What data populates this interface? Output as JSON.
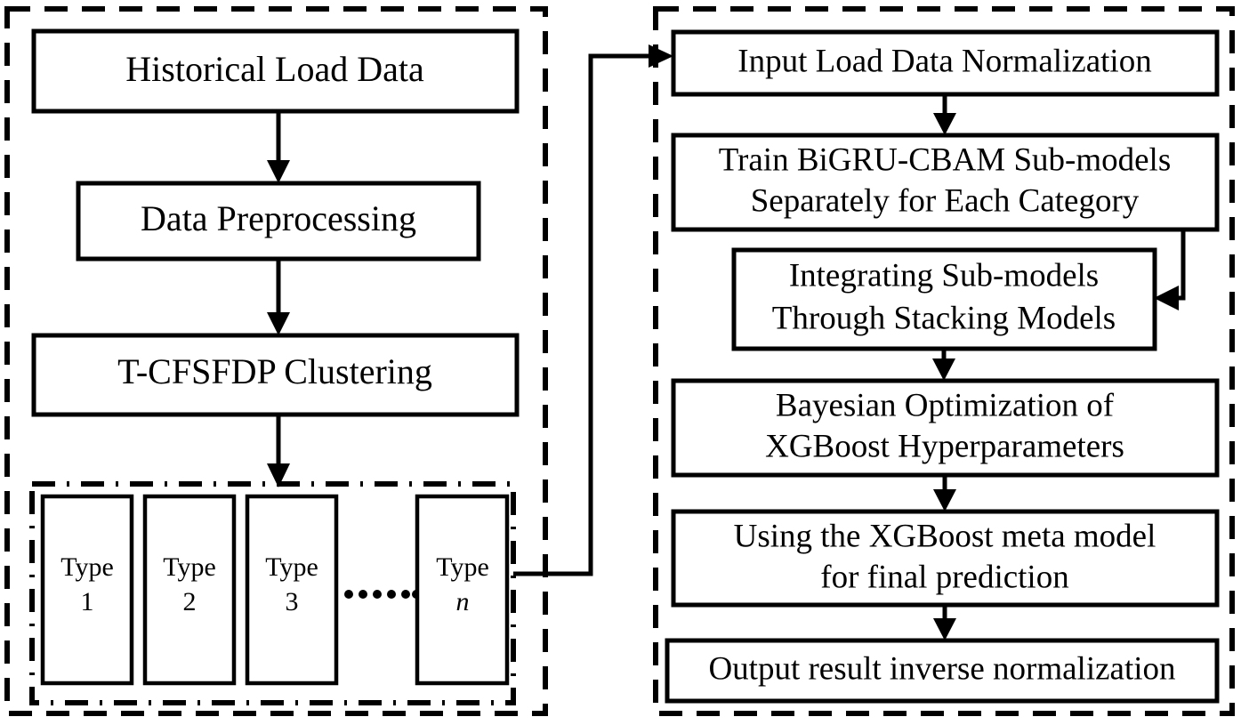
{
  "figure": {
    "type": "flowchart",
    "title": "",
    "panels": [
      {
        "id": "data-processing-panel",
        "border_style": "dashed",
        "label": ""
      },
      {
        "id": "model-training-panel",
        "border_style": "dashed",
        "label": ""
      },
      {
        "id": "cluster-types-panel",
        "border_style": "dash-dot",
        "label": ""
      }
    ]
  },
  "left_panel": {
    "nodes": [
      {
        "id": "historical-load-data",
        "text": "Historical Load Data"
      },
      {
        "id": "data-preprocessing",
        "text": "Data Preprocessing"
      },
      {
        "id": "t-cfsfdp-clustering",
        "text": "T-CFSFDP Clustering"
      }
    ],
    "cluster": {
      "types": [
        {
          "id": "type-1",
          "line1": "Type",
          "line2": "1",
          "italic_line2": false
        },
        {
          "id": "type-2",
          "line1": "Type",
          "line2": "2",
          "italic_line2": false
        },
        {
          "id": "type-3",
          "line1": "Type",
          "line2": "3",
          "italic_line2": false
        },
        {
          "id": "type-n",
          "line1": "Type",
          "line2": "n",
          "italic_line2": true
        }
      ],
      "ellipsis": "......",
      "ellipsis_dot_count": 6
    }
  },
  "right_panel": {
    "nodes": [
      {
        "id": "input-load-data-normalization",
        "lines": [
          "Input Load Data Normalization"
        ]
      },
      {
        "id": "train-bigru-cbam-submodels",
        "lines": [
          "Train BiGRU-CBAM Sub-models",
          "Separately for Each Category"
        ]
      },
      {
        "id": "integrating-submodels-stacking",
        "lines": [
          "Integrating Sub-models",
          "Through Stacking Models"
        ]
      },
      {
        "id": "bayesian-optimization-xgboost",
        "lines": [
          "Bayesian Optimization of",
          "XGBoost Hyperparameters"
        ]
      },
      {
        "id": "xgboost-meta-model-prediction",
        "lines": [
          "Using the XGBoost meta model",
          "for final prediction"
        ]
      },
      {
        "id": "output-inverse-normalization",
        "lines": [
          "Output result inverse normalization"
        ]
      }
    ]
  },
  "edges": [
    {
      "id": "edge-historical-to-preprocessing",
      "from": "historical-load-data",
      "to": "data-preprocessing"
    },
    {
      "id": "edge-preprocessing-to-clustering",
      "from": "data-preprocessing",
      "to": "t-cfsfdp-clustering"
    },
    {
      "id": "edge-clustering-to-types",
      "from": "t-cfsfdp-clustering",
      "to": "cluster-types-panel"
    },
    {
      "id": "edge-typen-to-input-normalization",
      "from": "type-n",
      "to": "input-load-data-normalization"
    },
    {
      "id": "edge-input-to-train",
      "from": "input-load-data-normalization",
      "to": "train-bigru-cbam-submodels"
    },
    {
      "id": "edge-train-to-integrating",
      "from": "train-bigru-cbam-submodels",
      "to": "integrating-submodels-stacking"
    },
    {
      "id": "edge-integrating-to-bayesian",
      "from": "integrating-submodels-stacking",
      "to": "bayesian-optimization-xgboost"
    },
    {
      "id": "edge-bayesian-to-meta",
      "from": "bayesian-optimization-xgboost",
      "to": "xgboost-meta-model-prediction"
    },
    {
      "id": "edge-meta-to-output",
      "from": "xgboost-meta-model-prediction",
      "to": "output-inverse-normalization"
    }
  ],
  "colors": {
    "stroke": "#000000",
    "background": "#ffffff",
    "text": "#000000"
  }
}
